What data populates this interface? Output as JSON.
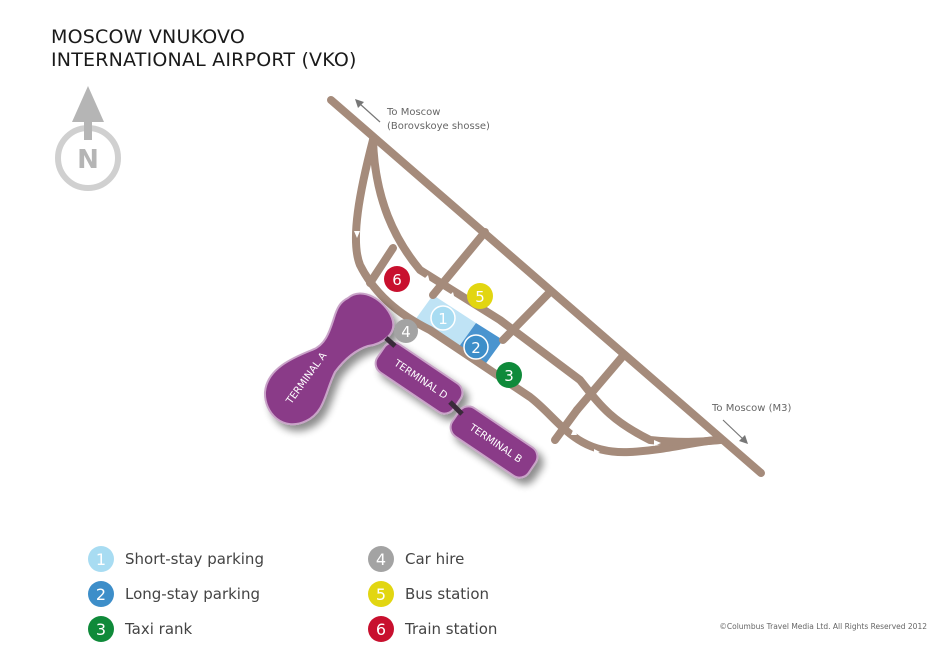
{
  "title": {
    "line1": "MOSCOW VNUKOVO",
    "line2": "INTERNATIONAL AIRPORT (VKO)"
  },
  "compass": {
    "letter": "N",
    "icon": "north-arrow-icon"
  },
  "map_labels": {
    "to_moscow_borovskoye_1": "To Moscow",
    "to_moscow_borovskoye_2": "(Borovskoye shosse)",
    "to_moscow_m3": "To Moscow (M3)"
  },
  "terminals": {
    "a": "TERMINAL A",
    "d": "TERMINAL D",
    "b": "TERMINAL B"
  },
  "markers": [
    {
      "number": "1",
      "color": "#a8dcf2"
    },
    {
      "number": "2",
      "color": "#3d8ec9"
    },
    {
      "number": "3",
      "color": "#0f8a3a"
    },
    {
      "number": "4",
      "color": "#a3a3a3"
    },
    {
      "number": "5",
      "color": "#e2d611"
    },
    {
      "number": "6",
      "color": "#c8102e"
    }
  ],
  "legend": [
    {
      "number": "1",
      "label": "Short-stay parking",
      "color": "#a8dcf2"
    },
    {
      "number": "2",
      "label": "Long-stay parking",
      "color": "#3d8ec9"
    },
    {
      "number": "3",
      "label": "Taxi rank",
      "color": "#0f8a3a"
    },
    {
      "number": "4",
      "label": "Car hire",
      "color": "#a3a3a3"
    },
    {
      "number": "5",
      "label": "Bus station",
      "color": "#e2d611"
    },
    {
      "number": "6",
      "label": "Train station",
      "color": "#c8102e"
    }
  ],
  "colors": {
    "road": "#a58b7b",
    "terminal": "#8a3a88",
    "terminal_border": "#c9a3c8",
    "short_stay_zone": "#bfe3f5",
    "long_stay_zone": "#4a94cf"
  },
  "copyright": "©Columbus Travel Media Ltd. All Rights Reserved 2012"
}
